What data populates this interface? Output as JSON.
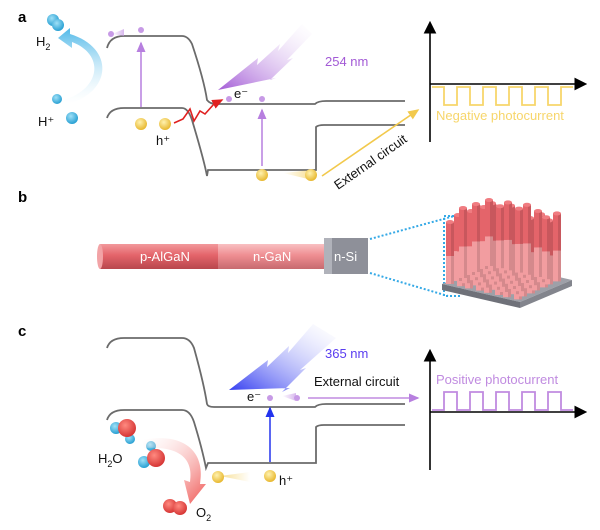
{
  "panels": {
    "a": {
      "label": "a",
      "wavelength": "254 nm",
      "wavelength_color": "#a35bd6",
      "electron_label": "e⁻",
      "hole_label": "h⁺",
      "h2_label": "H",
      "h2_sub": "2",
      "hplus_label": "H⁺",
      "external_circuit": "External circuit",
      "photocurrent_label": "Negative photocurrent",
      "photocurrent_color": "#f7d66b",
      "pulses": 5
    },
    "b": {
      "label": "b",
      "segments": [
        "p-AlGaN",
        "n-GaN",
        "n-Si"
      ]
    },
    "c": {
      "label": "c",
      "wavelength": "365 nm",
      "wavelength_color": "#5a3df0",
      "electron_label": "e⁻",
      "hole_label": "h⁺",
      "h2o_label": "H",
      "h2o_sub": "2",
      "h2o_tail": "O",
      "o2_label": "O",
      "o2_sub": "2",
      "external_circuit": "External circuit",
      "photocurrent_label": "Positive photocurrent",
      "photocurrent_color": "#c08be0",
      "pulses": 5
    }
  },
  "colors": {
    "band": "#6b6b6b",
    "electron": "#c79ae6",
    "hole": "#f2c94c",
    "hydrogen": "#3cb4e0",
    "oxygen": "#e53935",
    "nanowire_p": "#e4646a",
    "nanowire_n": "#f08f93",
    "substrate": "#8e9099",
    "zoom_lines": "#35a9e6"
  }
}
